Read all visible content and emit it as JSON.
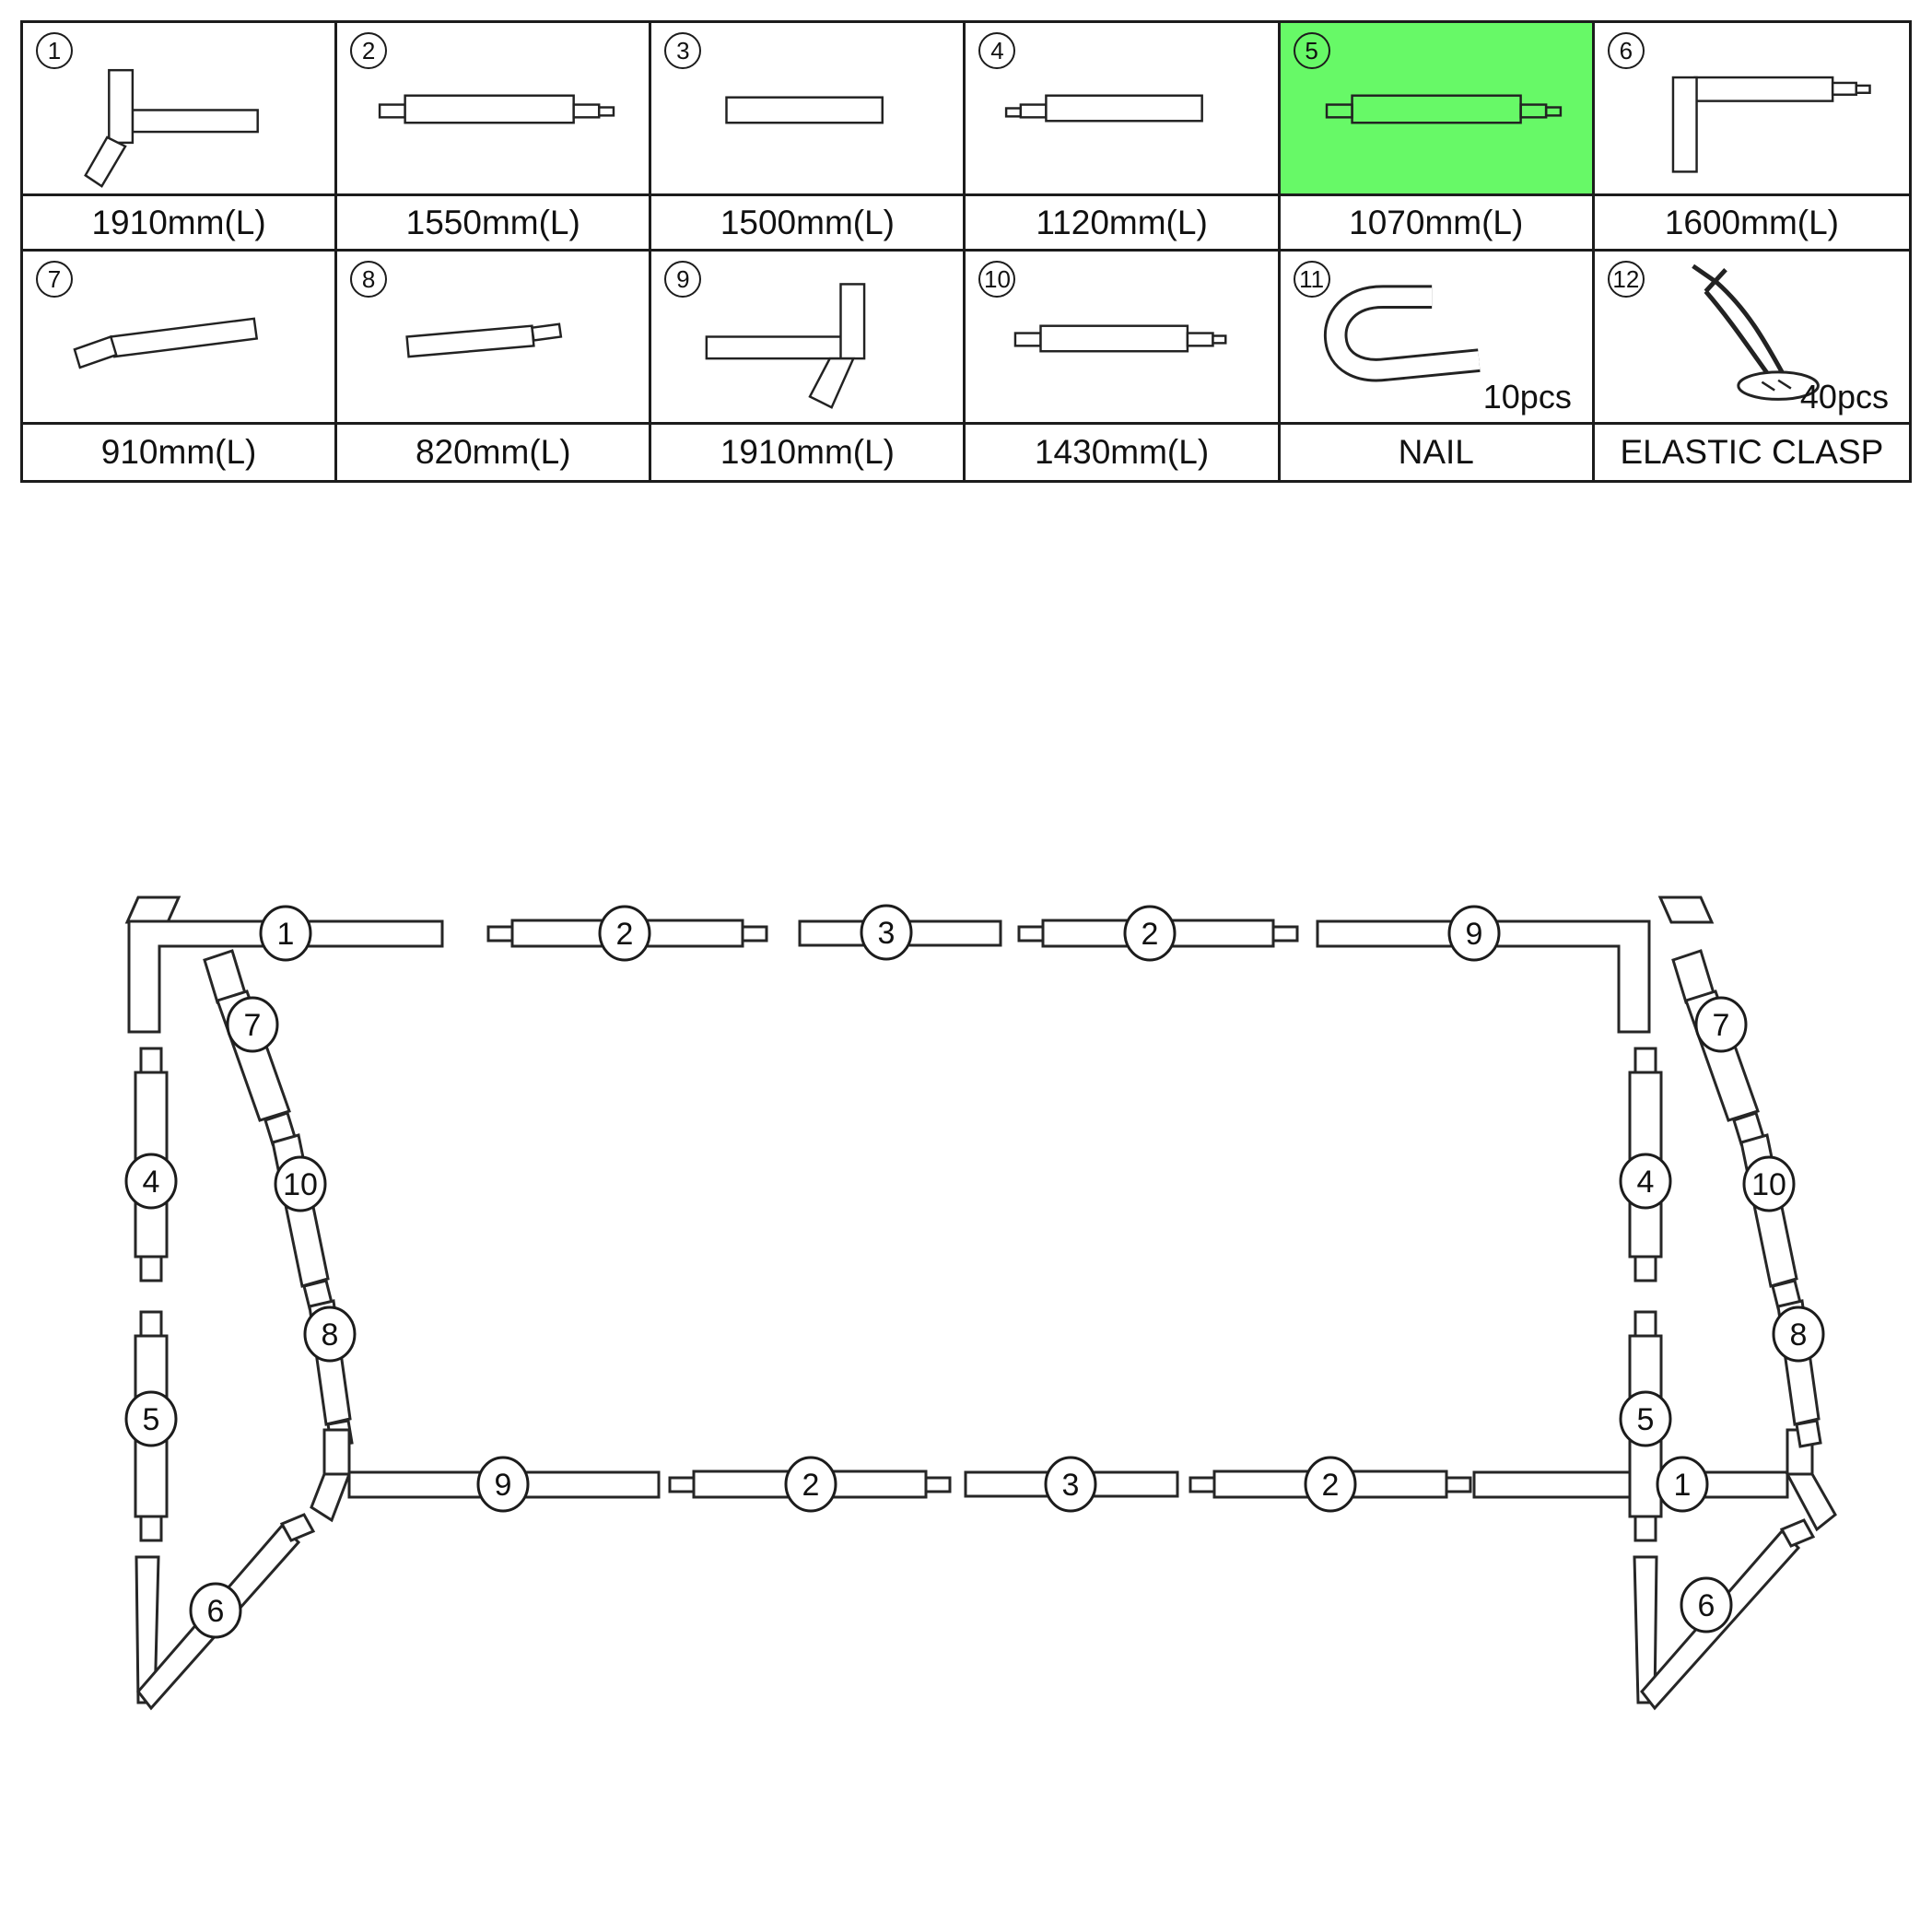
{
  "parts_table": {
    "highlight_color": "#67f967",
    "parts": [
      {
        "number": "1",
        "label": "1910mm(L)"
      },
      {
        "number": "2",
        "label": "1550mm(L)"
      },
      {
        "number": "3",
        "label": "1500mm(L)"
      },
      {
        "number": "4",
        "label": "1120mm(L)"
      },
      {
        "number": "5",
        "label": "1070mm(L)",
        "highlighted": true
      },
      {
        "number": "6",
        "label": "1600mm(L)"
      },
      {
        "number": "7",
        "label": "910mm(L)"
      },
      {
        "number": "8",
        "label": "820mm(L)"
      },
      {
        "number": "9",
        "label": "1910mm(L)"
      },
      {
        "number": "10",
        "label": "1430mm(L)"
      },
      {
        "number": "11",
        "label": "NAIL",
        "pcs": "10pcs"
      },
      {
        "number": "12",
        "label": "ELASTIC CLASP",
        "pcs": "40pcs"
      }
    ]
  },
  "assembly": {
    "callouts": [
      "1",
      "2",
      "3",
      "2",
      "9",
      "7",
      "10",
      "8",
      "4",
      "5",
      "9",
      "2",
      "3",
      "2",
      "1",
      "6",
      "6",
      "7",
      "10",
      "8",
      "4",
      "5"
    ]
  }
}
